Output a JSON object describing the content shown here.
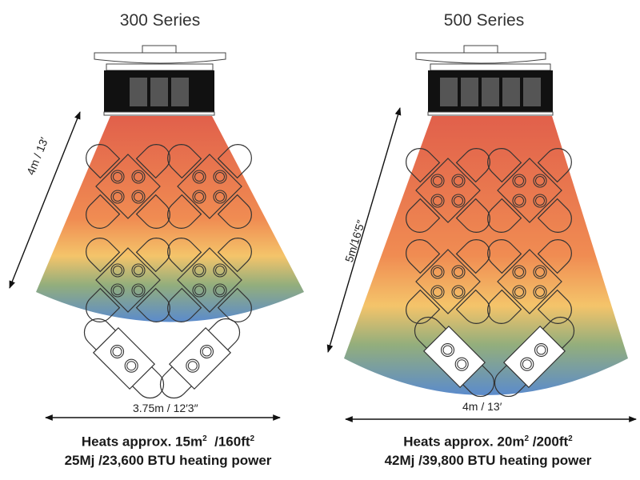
{
  "left": {
    "title": "300 Series",
    "diagonal_label": "4m / 13′",
    "width_label": "3.75m / 12′3″",
    "area_line_prefix": "Heats approx. 15m",
    "area_line_sup1": "2",
    "area_line_mid": "  /160ft",
    "area_line_sup2": "2",
    "power_line": "25Mj /23,600 BTU heating power",
    "panels": 3
  },
  "right": {
    "title": "500 Series",
    "diagonal_label": "5m/16′5″",
    "width_label": "4m / 13′",
    "area_line_prefix": "Heats approx. 20m",
    "area_line_sup1": "2",
    "area_line_mid": " /200ft",
    "area_line_sup2": "2",
    "power_line": "42Mj /39,800 BTU heating power",
    "panels": 5
  },
  "colors": {
    "heat_top": "#e1604b",
    "heat_orange": "#f08c52",
    "heat_yellow": "#f4c46a",
    "heat_green": "#93ae7c",
    "heat_blue": "#5b8bcc",
    "heater_body": "#111111",
    "heater_panel": "#555555"
  }
}
